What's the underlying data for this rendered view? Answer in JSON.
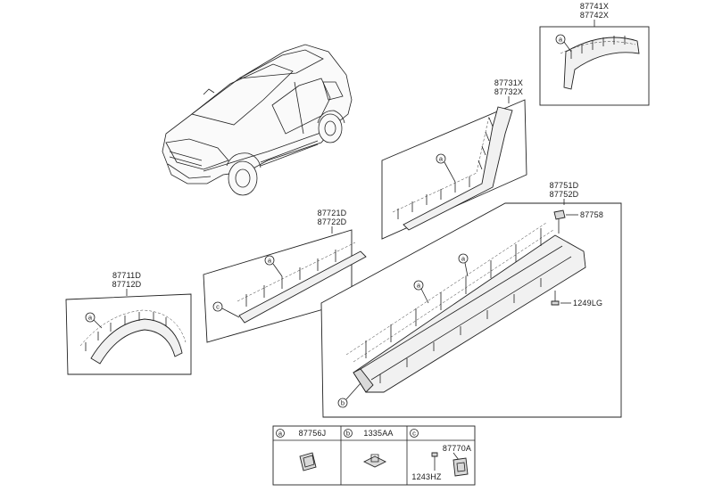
{
  "callout_markers": {
    "a": "a",
    "b": "b",
    "c": "c"
  },
  "groups": {
    "rear_arch": {
      "part_upper": "87741X",
      "part_lower": "87742X"
    },
    "quarter": {
      "part_upper": "87731X",
      "part_lower": "87732X"
    },
    "front_door": {
      "part_upper": "87721D",
      "part_lower": "87722D"
    },
    "front_arch": {
      "part_upper": "87711D",
      "part_lower": "87712D"
    },
    "side_sill": {
      "part_upper": "87751D",
      "part_lower": "87752D",
      "clip_part": "87758",
      "screw_part": "1249LG"
    }
  },
  "legend_table": {
    "cells": [
      {
        "marker": "a",
        "part": "87756J"
      },
      {
        "marker": "b",
        "part": "1335AA"
      },
      {
        "marker": "c",
        "part": "87770A",
        "sub_part": "1243HZ"
      }
    ]
  }
}
